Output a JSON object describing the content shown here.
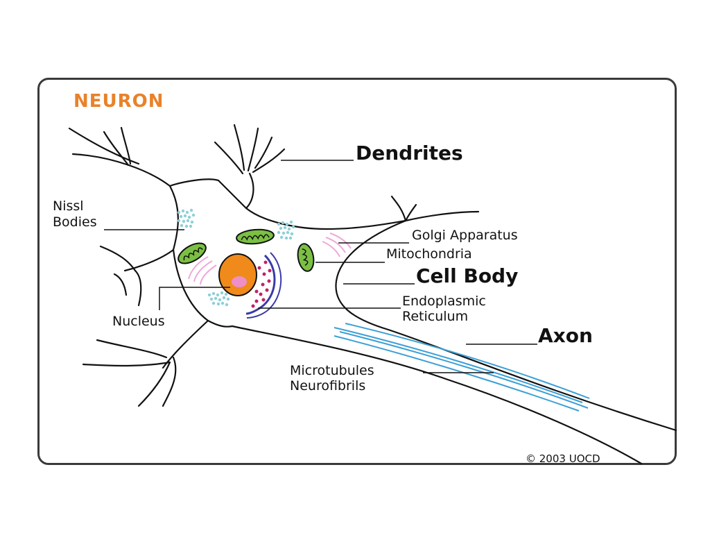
{
  "title": "NEURON",
  "labels": {
    "dendrites": "Dendrites",
    "nissl_line1": "Nissl",
    "nissl_line2": "Bodies",
    "golgi": "Golgi Apparatus",
    "mitochondria": "Mitochondria",
    "cell_body": "Cell Body",
    "nucleus": "Nucleus",
    "er_line1": "Endoplasmic",
    "er_line2": "Reticulum",
    "axon": "Axon",
    "micro_line1": "Microtubules",
    "micro_line2": "Neurofibrils"
  },
  "copyright": "© 2003 UOCD",
  "colors": {
    "title": "#e8822a",
    "nucleus": "#f08a1a",
    "nucleolus": "#ee8fc8",
    "mitochondria": "#7bc043",
    "nissl": "#8ed0d8",
    "golgi": "#f0a8d8",
    "er": "#3a3aa8",
    "er_dots": "#c0206a",
    "microtubules": "#3b9fd6"
  }
}
